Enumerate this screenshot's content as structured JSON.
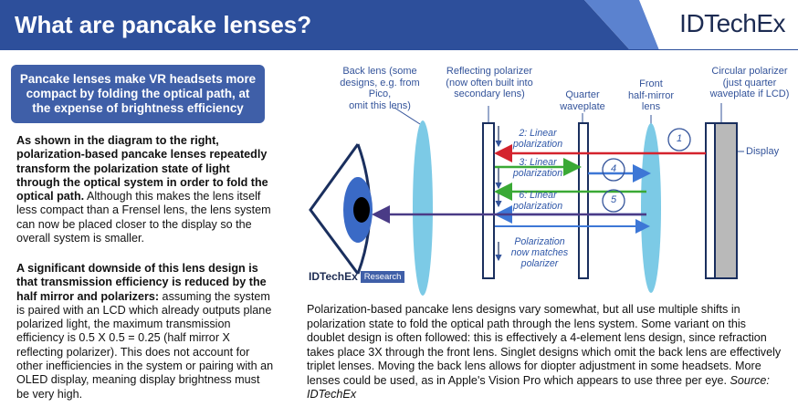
{
  "header": {
    "title": "What are pancake lenses?",
    "brand": "IDTechEx",
    "colors": {
      "band": "#2d4f9b",
      "accent": "#5b82cf"
    }
  },
  "callout": {
    "text": "Pancake lenses make VR headsets more compact by folding the optical path, at the expense of brightness efficiency"
  },
  "left": {
    "para1_bold": "As shown in the diagram to the right, polarization-based pancake lenses repeatedly transform the polarization state of light through the optical system in order to fold the optical path.",
    "para1_rest": " Although this makes the lens itself less compact than a Frensel lens, the lens system can now be placed closer to the display so the overall system is smaller.",
    "para2_bold": "A significant downside of this lens design is that transmission efficiency is reduced by the half mirror and polarizers:",
    "para2_rest": " assuming the system is paired with an LCD which already outputs plane polarized light, the maximum transmission efficiency is 0.5 X 0.5 = 0.25 (half mirror X reflecting polarizer). This does not account for other inefficiencies in the system or pairing with an OLED display, meaning display brightness must be very high."
  },
  "diagram": {
    "labels": {
      "back_lens": [
        "Back lens (some",
        "designs, e.g. from Pico,",
        "omit this lens)"
      ],
      "reflecting_polarizer": [
        "Reflecting polarizer",
        "(now often built into",
        "secondary lens)"
      ],
      "quarter_waveplate": [
        "Quarter",
        "waveplate"
      ],
      "front_half_mirror": [
        "Front",
        "half-mirror",
        "lens"
      ],
      "circular_polarizer": [
        "Circular polarizer",
        "(just quarter",
        "waveplate if LCD)"
      ],
      "display": "Display"
    },
    "steps": [
      "2: Linear",
      "polarization",
      "3: Linear",
      "polarization",
      "6: Linear",
      "polarization"
    ],
    "polarization_note": [
      "Polarization",
      "now matches",
      "polarizer"
    ],
    "step_numbers": [
      "1",
      "4",
      "5"
    ],
    "logo_text": "IDTechEx",
    "logo_badge": "Research",
    "colors": {
      "red": "#d4232e",
      "green": "#3aa935",
      "blue": "#3d77d6",
      "purple": "#4a3b86",
      "lens": "#6ec4e3"
    }
  },
  "caption": {
    "text": "Polarization-based pancake lens designs vary somewhat, but all use multiple shifts in polarization state to fold the optical path through the lens system. Some variant on this doublet design is often followed: this is effectively a 4-element lens design, since refraction takes place 3X through the front lens. Singlet designs which omit the back lens are effectively triplet lenses. Moving the back lens allows for diopter adjustment in some headsets. More lenses could be used, as in Apple's Vision Pro which appears to use three per eye.",
    "source": "Source: IDTechEx"
  }
}
